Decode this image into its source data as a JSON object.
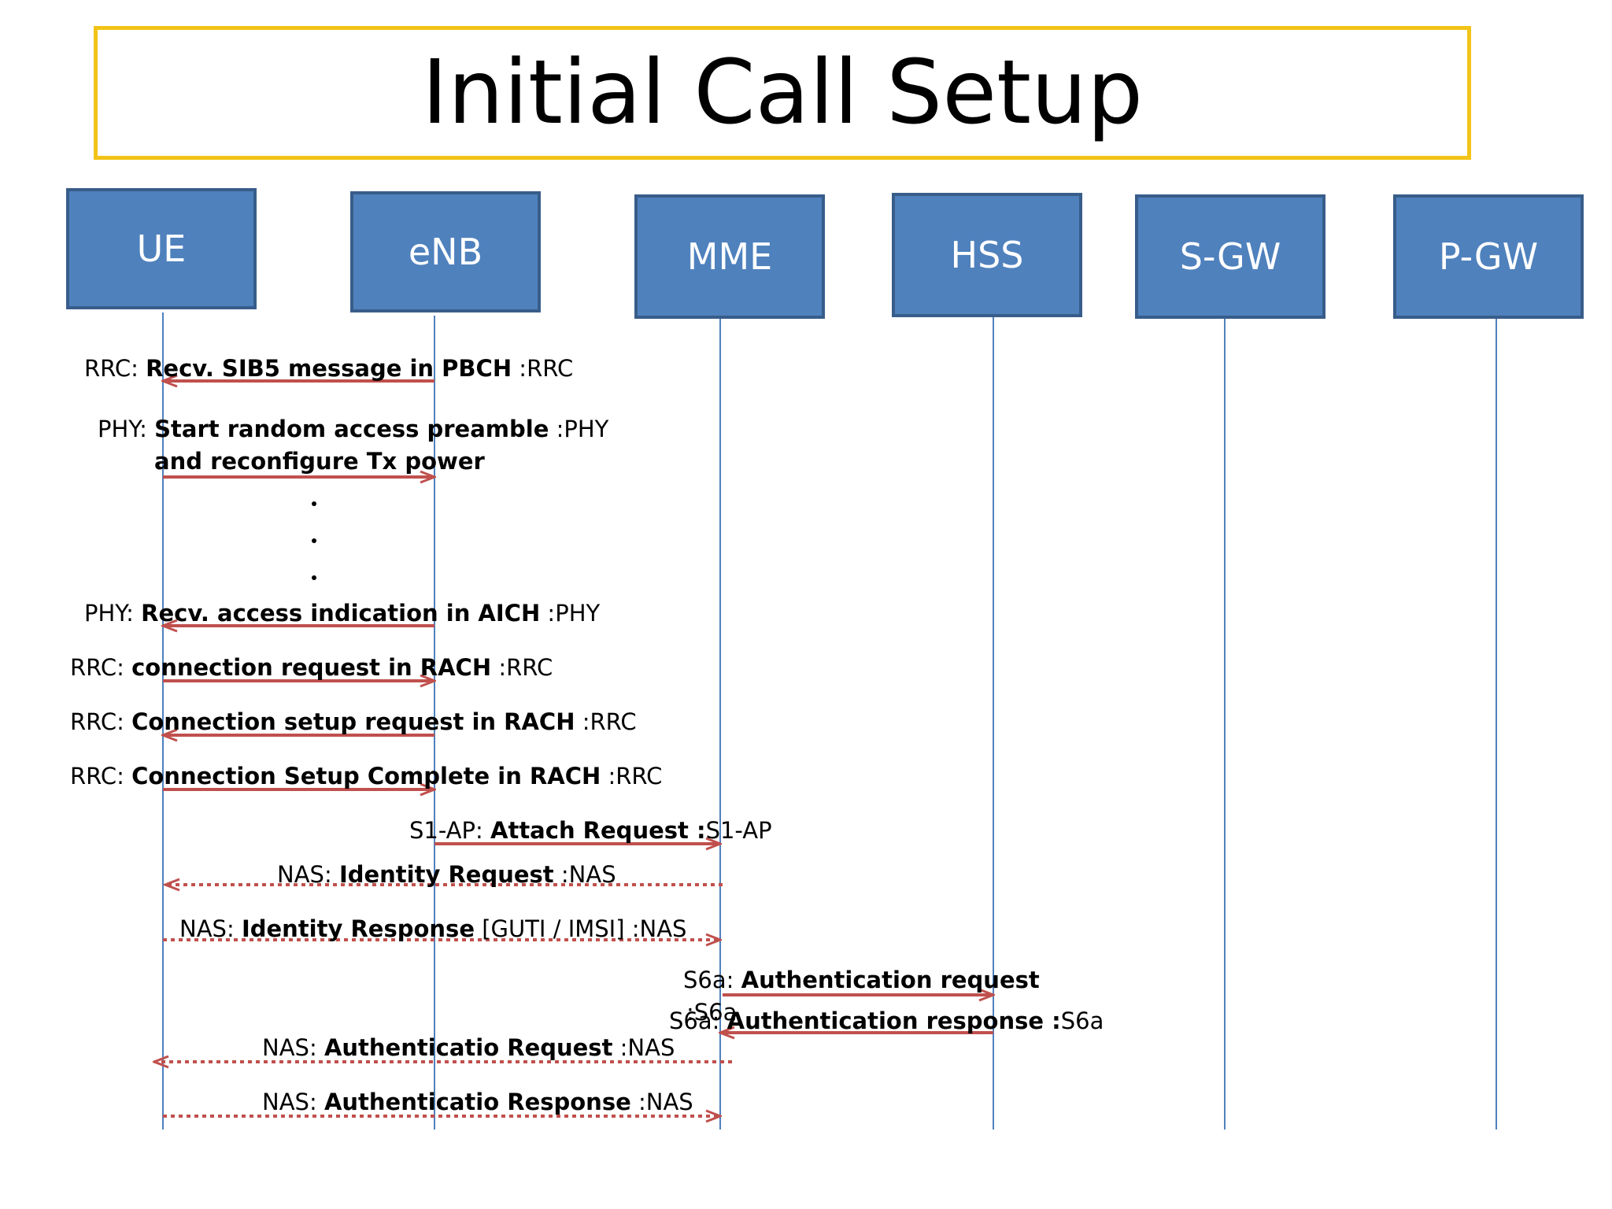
{
  "title": "Initial Call Setup",
  "colors": {
    "accent": "#F2C318",
    "node_fill": "#4F81BD",
    "arrow": "#C0504D",
    "lifeline": "#4F81BD"
  },
  "nodes": [
    {
      "id": "ue",
      "label": "UE"
    },
    {
      "id": "enb",
      "label": "eNB"
    },
    {
      "id": "mme",
      "label": "MME"
    },
    {
      "id": "hss",
      "label": "HSS"
    },
    {
      "id": "sgw",
      "label": "S-GW"
    },
    {
      "id": "pgw",
      "label": "P-GW"
    }
  ],
  "messages": [
    {
      "id": "m1",
      "from": "enb",
      "to": "ue",
      "style": "solid",
      "prefix": "RRC:  ",
      "bold": "Recv. SIB5 message in  PBCH",
      "suffix": " :RRC"
    },
    {
      "id": "m2",
      "from": "ue",
      "to": "enb",
      "style": "solid",
      "prefix": "PHY: ",
      "bold": "Start random access preamble",
      "suffix": " :PHY",
      "line2": "and reconfigure Tx power"
    },
    {
      "id": "m3",
      "from": "enb",
      "to": "ue",
      "style": "solid",
      "prefix": "PHY: ",
      "bold": "Recv. access indication in AICH",
      "suffix": " :PHY"
    },
    {
      "id": "m4",
      "from": "ue",
      "to": "enb",
      "style": "solid",
      "prefix": "RRC:  ",
      "bold": "connection request in RACH",
      "suffix": " :RRC"
    },
    {
      "id": "m5",
      "from": "enb",
      "to": "ue",
      "style": "solid",
      "prefix": "RRC:  ",
      "bold": "Connection setup request in RACH",
      "suffix": " :RRC"
    },
    {
      "id": "m6",
      "from": "ue",
      "to": "enb",
      "style": "solid",
      "prefix": "RRC:  ",
      "bold": "Connection Setup Complete in  RACH",
      "suffix": " :RRC"
    },
    {
      "id": "m7",
      "from": "enb",
      "to": "mme",
      "style": "solid",
      "prefix": "S1-AP: ",
      "bold": "Attach Request :",
      "suffix": "S1-AP"
    },
    {
      "id": "m8",
      "from": "mme",
      "to": "ue",
      "style": "dotted",
      "prefix": "NAS: ",
      "bold": "Identity Request",
      "suffix": " :NAS"
    },
    {
      "id": "m9",
      "from": "ue",
      "to": "mme",
      "style": "dotted",
      "prefix": "NAS: ",
      "bold": "Identity Response",
      "suffix": "  [GUTI / IMSI] :NAS"
    },
    {
      "id": "m10",
      "from": "mme",
      "to": "hss",
      "style": "solid",
      "prefix": "S6a: ",
      "bold": "Authentication  request",
      "suffix": "",
      "line2_plain": ":S6a"
    },
    {
      "id": "m11",
      "from": "hss",
      "to": "mme",
      "style": "solid",
      "prefix": "S6a: ",
      "bold": "Authentication  response :",
      "suffix": "S6a"
    },
    {
      "id": "m12",
      "from": "mme",
      "to": "ue",
      "style": "dotted",
      "prefix": "NAS: ",
      "bold": "Authenticatio Request",
      "suffix": " :NAS"
    },
    {
      "id": "m13",
      "from": "ue",
      "to": "mme",
      "style": "dotted",
      "prefix": "NAS: ",
      "bold": "Authenticatio Response",
      "suffix": " :NAS"
    }
  ]
}
